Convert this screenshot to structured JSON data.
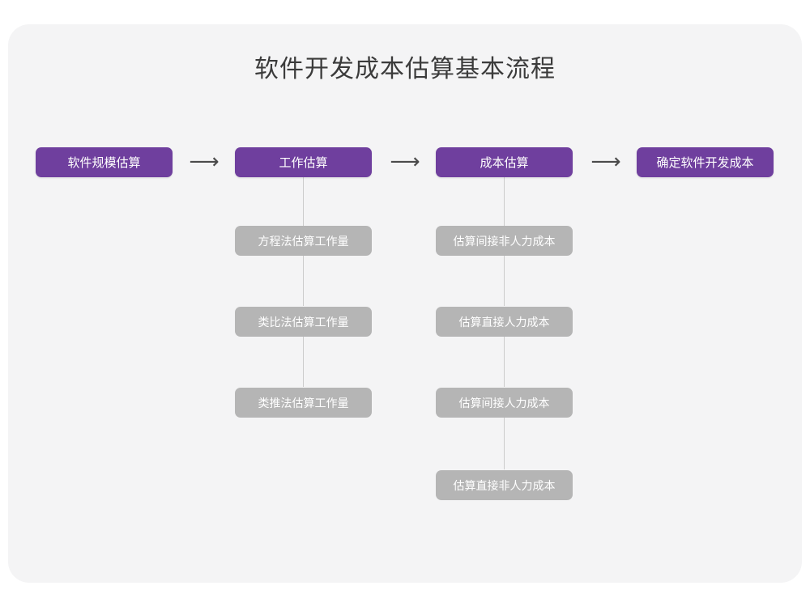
{
  "diagram": {
    "title": "软件开发成本估算基本流程",
    "colors": {
      "primary": "#6f3f9e",
      "secondary": "#b5b5b5",
      "card_background": "#f4f4f5",
      "page_background": "#ffffff",
      "connector": "#cccccc",
      "title_text": "#3b3b3b",
      "box_text": "#ffffff"
    },
    "arrow_glyph": "⟶",
    "main_steps": [
      {
        "label": "软件规模估算"
      },
      {
        "label": "工作估算"
      },
      {
        "label": "成本估算"
      },
      {
        "label": "确定软件开发成本"
      }
    ],
    "arrows": [
      {
        "label": "⟶"
      },
      {
        "label": "⟶"
      },
      {
        "label": "⟶"
      }
    ],
    "branches": [
      {
        "parent": "工作估算",
        "items": [
          {
            "label": "方程法估算工作量"
          },
          {
            "label": "类比法估算工作量"
          },
          {
            "label": "类推法估算工作量"
          }
        ]
      },
      {
        "parent": "成本估算",
        "items": [
          {
            "label": "估算间接非人力成本"
          },
          {
            "label": "估算直接人力成本"
          },
          {
            "label": "估算间接人力成本"
          },
          {
            "label": "估算直接非人力成本"
          }
        ]
      }
    ]
  }
}
